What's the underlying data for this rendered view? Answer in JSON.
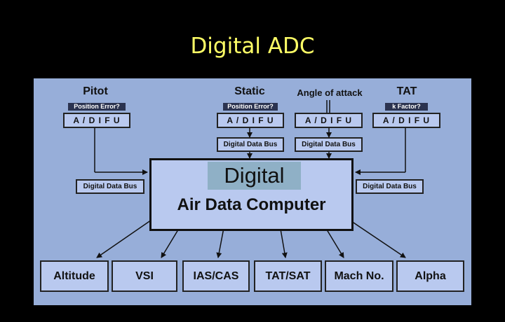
{
  "title": "Digital ADC",
  "sources": {
    "pitot": {
      "label": "Pitot",
      "tag": "Position Error?",
      "interface": "A / D I F U"
    },
    "static": {
      "label": "Static",
      "tag": "Position Error?",
      "interface": "A / D I F U",
      "bus": "Digital Data Bus"
    },
    "aoa": {
      "label": "Angle of attack",
      "interface": "A / D I F U",
      "bus": "Digital Data Bus"
    },
    "tat": {
      "label": "TAT",
      "tag": "k Factor?",
      "interface": "A / D I F U"
    }
  },
  "side_bus": {
    "left": "Digital Data Bus",
    "right": "Digital Data Bus"
  },
  "computer": {
    "line1": "Digital",
    "line2": "Air Data Computer"
  },
  "outputs": [
    "Altitude",
    "VSI",
    "IAS/CAS",
    "TAT/SAT",
    "Mach No.",
    "Alpha"
  ]
}
